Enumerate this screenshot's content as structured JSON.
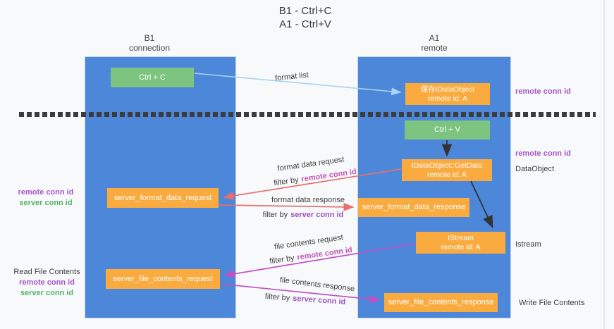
{
  "title": {
    "line1": "B1 - Ctrl+C",
    "line2": "A1 - Ctrl+V"
  },
  "columns": {
    "left": {
      "name": "B1",
      "role": "connection"
    },
    "right": {
      "name": "A1",
      "role": "remote"
    }
  },
  "nodes": {
    "ctrl_c": {
      "label": "Ctrl + C"
    },
    "ctrl_v": {
      "label": "Ctrl + V"
    },
    "save_idataobject": {
      "line1": "保存IDataObject",
      "line2": "remote id: A"
    },
    "getdata": {
      "line1": "IDataObject::GetData",
      "line2": "remote id: A"
    },
    "istream": {
      "line1": "IStream",
      "line2": "remote id: A"
    },
    "server_format_data_request": {
      "label": "server_format_data_request"
    },
    "server_format_data_response": {
      "label": "server_format_data_response"
    },
    "server_file_contents_request": {
      "label": "server_file_contents_request"
    },
    "server_file_contents_response": {
      "label": "server_file_contents_response"
    }
  },
  "arrow_labels": {
    "format_list": "format list",
    "format_data_request": "format data request",
    "format_data_response": "format data response",
    "file_contents_request": "file contents request",
    "file_contents_response": "file contents response",
    "filter_by": "filter by",
    "remote_conn_id": "remote conn id",
    "server_conn_id": "server conn id"
  },
  "side_labels": {
    "left_format": {
      "remote": "remote conn id",
      "server": "server conn id"
    },
    "left_file": {
      "title": "Read File Contents",
      "remote": "remote conn id",
      "server": "server conn id"
    },
    "right_top": "remote conn id",
    "right_mid": "remote conn id",
    "right_dataobject": "DataObject",
    "right_istream": "Istream",
    "right_write": "Write File Contents"
  },
  "colors": {
    "lifeline_blue": "#4c87d9",
    "node_green": "#7cc47f",
    "node_orange": "#f9ab40",
    "arrow_red": "#e86f6d",
    "arrow_magenta": "#c051c5",
    "arrow_lightblue": "#a9d4f1",
    "arrow_black": "#333333",
    "label_purple": "#a855cc",
    "label_green": "#53b365",
    "filter_remote_magenta": "#c155b5",
    "filter_server_purple": "#9d50c8"
  }
}
